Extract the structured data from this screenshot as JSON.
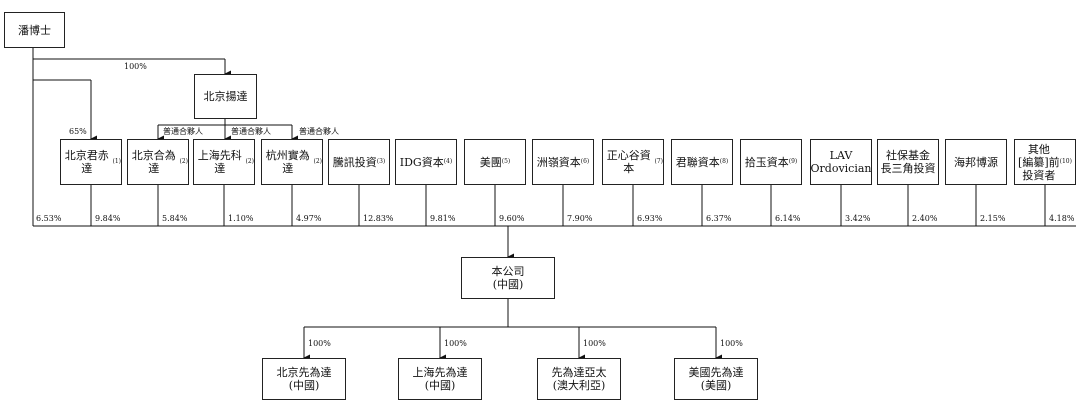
{
  "founder": {
    "name": "潘博士"
  },
  "founder_to_beijing_pct": "100%",
  "founder_to_junchi_pct": "65%",
  "beijing_yangda": {
    "name": "北京揚達"
  },
  "gp_label": "普通合夥人",
  "company": {
    "name": "本公司\n(中國)"
  },
  "shareholders": [
    {
      "name": "北京君赤達",
      "note": "(1)",
      "pct": "9.84%"
    },
    {
      "name": "北京合為達",
      "note": "(2)",
      "pct": "5.84%"
    },
    {
      "name": "上海先科達",
      "note": "(2)",
      "pct": "1.10%"
    },
    {
      "name": "杭州實為達",
      "note": "(2)",
      "pct": "4.97%"
    },
    {
      "name": "騰訊投資",
      "note": "(3)",
      "pct": "12.83%"
    },
    {
      "name": "IDG資本",
      "note": "(4)",
      "pct": "9.81%"
    },
    {
      "name": "美團",
      "note": "(5)",
      "pct": "9.60%"
    },
    {
      "name": "洲嶺資本",
      "note": "(6)",
      "pct": "7.90%"
    },
    {
      "name": "正心谷資本",
      "note": "(7)",
      "pct": "6.93%"
    },
    {
      "name": "君聯資本",
      "note": "(8)",
      "pct": "6.37%"
    },
    {
      "name": "拾玉資本",
      "note": "(9)",
      "pct": "6.14%"
    },
    {
      "name": "LAV\nOrdovician",
      "note": "",
      "pct": "3.42%"
    },
    {
      "name": "社保基金\n長三角投資",
      "note": "",
      "pct": "2.40%"
    },
    {
      "name": "海邦博源",
      "note": "",
      "pct": "2.15%"
    },
    {
      "name": "其他\n[編纂]前\n投資者",
      "note": "(10)",
      "pct": "4.18%"
    }
  ],
  "founder_direct_pct": "6.53%",
  "subsidiaries": [
    {
      "name": "北京先為達\n(中國)",
      "pct": "100%"
    },
    {
      "name": "上海先為達\n(中國)",
      "pct": "100%"
    },
    {
      "name": "先為達亞太\n(澳大利亞)",
      "pct": "100%"
    },
    {
      "name": "美國先為達\n(美國)",
      "pct": "100%"
    }
  ]
}
